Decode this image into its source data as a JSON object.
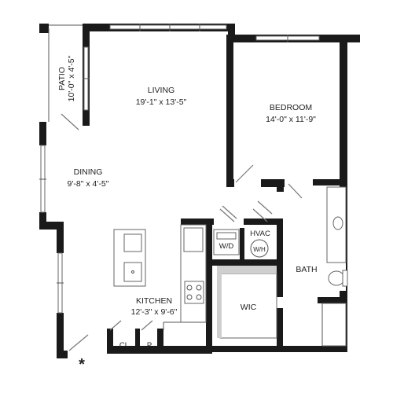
{
  "rooms": {
    "patio": {
      "name": "PATIO",
      "dims": "10'-0\" x 4'-5\""
    },
    "living": {
      "name": "LIVING",
      "dims": "19'-1\" x 13'-5\""
    },
    "bedroom": {
      "name": "BEDROOM",
      "dims": "14'-0\" x 11'-9\""
    },
    "dining": {
      "name": "DINING",
      "dims": "9'-8\" x 4'-5\""
    },
    "kitchen": {
      "name": "KITCHEN",
      "dims": "12'-3\" x 9'-6\""
    },
    "bath": {
      "name": "BATH"
    },
    "wic": {
      "name": "WIC"
    },
    "hvac": {
      "name": "HVAC"
    },
    "wd": {
      "name": "W/D"
    },
    "wh": {
      "name": "W/H"
    },
    "cl": {
      "name": "CL"
    },
    "p": {
      "name": "P"
    }
  },
  "entry_marker": "*"
}
